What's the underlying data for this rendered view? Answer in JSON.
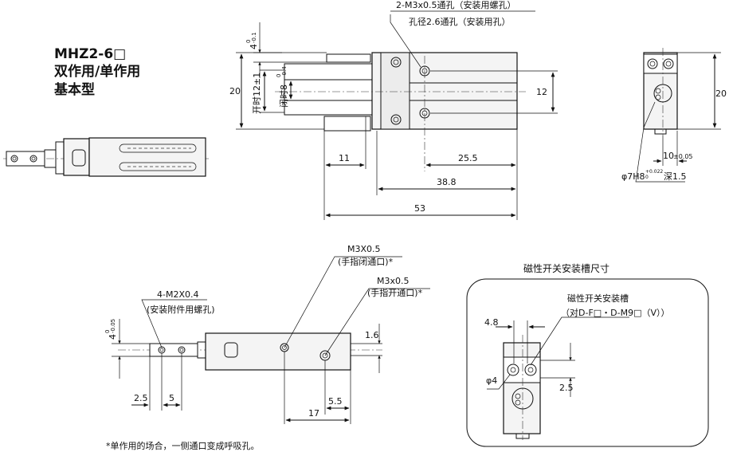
{
  "title": {
    "model": "MHZ2-6□",
    "line2": "双作用/单作用",
    "line3": "基本型"
  },
  "top_view": {
    "note_top_1": "2-M3x0.5通孔（安装用螺孔）",
    "note_top_2": "孔径2.6通孔（安装用孔）",
    "dim_4": "4",
    "dim_4_tol_upper": "0",
    "dim_4_tol_lower": "-0.1",
    "dim_20": "20",
    "dim_open": "开时12±1",
    "dim_closed": "闭时8",
    "dim_closed_tol_upper": "0",
    "dim_closed_tol_lower": "-0.4",
    "dim_12": "12",
    "dim_11": "11",
    "dim_25_5": "25.5",
    "dim_38_8": "38.8",
    "dim_53": "53"
  },
  "side_view": {
    "dim_20": "20",
    "dim_10": "10",
    "dim_10_tol": "±0.05",
    "bore_label": "φ7H8",
    "bore_tol_upper": "+0.022",
    "bore_tol_lower": "0",
    "bore_depth": "深1.5"
  },
  "bottom_view": {
    "note_m3_closed_1": "M3X0.5",
    "note_m3_closed_2": "(手指闭通口)*",
    "note_m3_open_1": "M3x0.5",
    "note_m3_open_2": "(手指开通口)*",
    "note_m2_1": "4-M2X0.4",
    "note_m2_2": "(安装附件用螺孔)",
    "dim_4": "4",
    "dim_4_tol_upper": "0",
    "dim_4_tol_lower": "-0.05",
    "dim_1_6": "1.6",
    "dim_2_5": "2.5",
    "dim_5": "5",
    "dim_5_5": "5.5",
    "dim_17": "17"
  },
  "switch_groove": {
    "heading": "磁性开关安装槽尺寸",
    "label_1": "磁性开关安装槽",
    "label_2": "（对D-F□・D-M9□（V））",
    "dim_4_8": "4.8",
    "dim_phi4": "φ4",
    "dim_2_5": "2.5"
  },
  "footnote": "*单作用的场合，一侧通口变成呼吸孔。"
}
